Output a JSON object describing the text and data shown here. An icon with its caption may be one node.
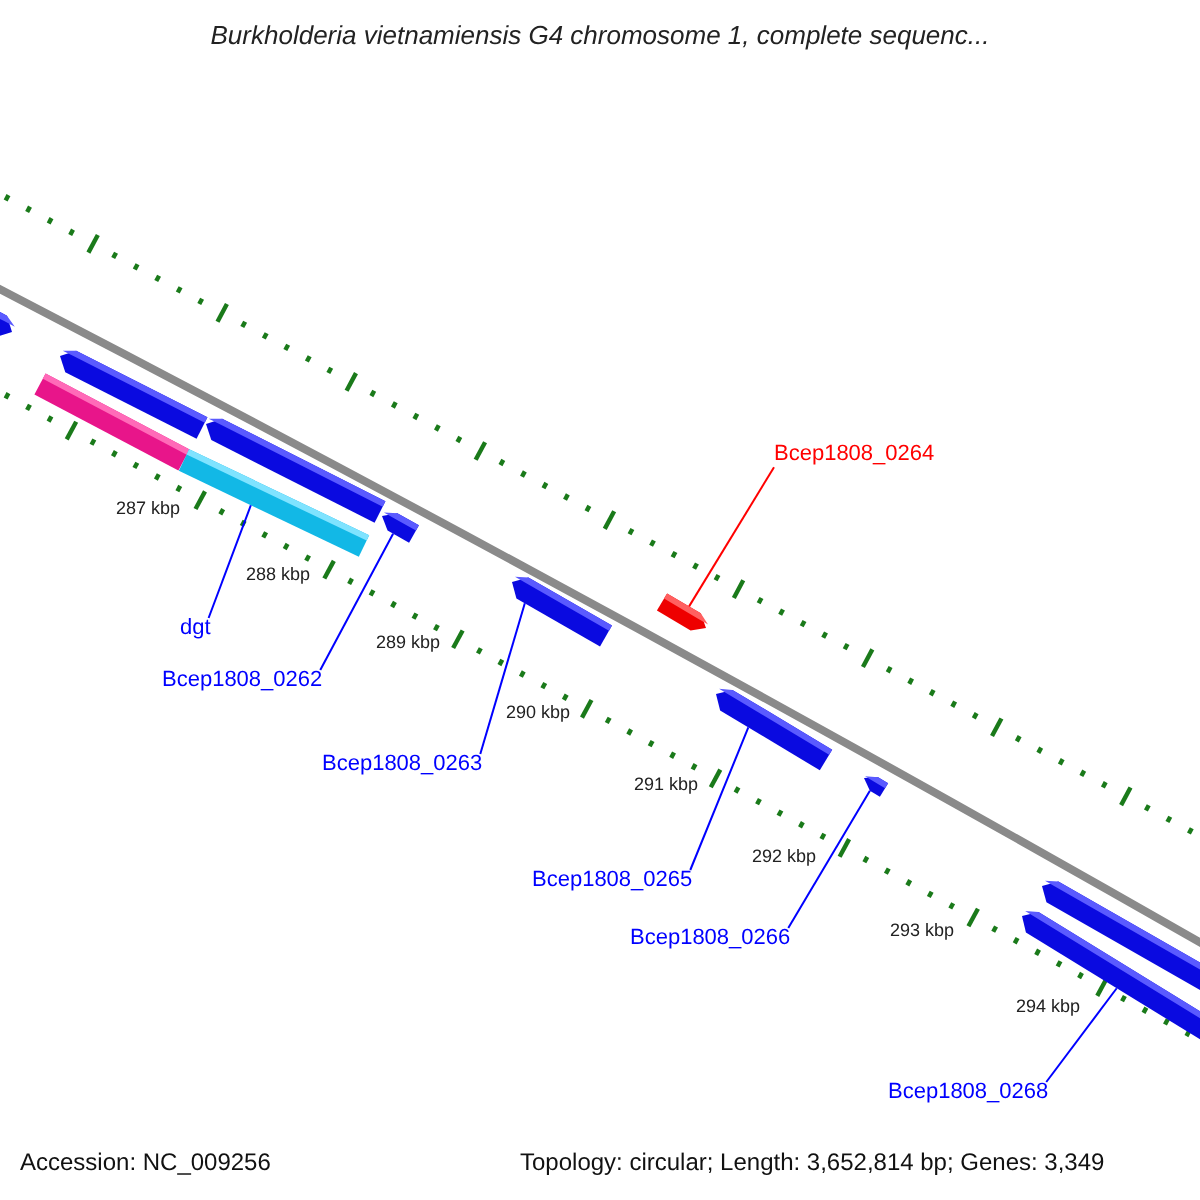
{
  "diagram": {
    "title": "Burkholderia vietnamiensis G4 chromosome 1, complete sequenc...",
    "nodes": [
      {
        "text": [],
        "shape": "bar"
      },
      {
        "text": [],
        "shape": "bar"
      },
      {
        "text": [],
        "shape": "bar"
      },
      {
        "text": [],
        "shape": "bar"
      },
      {
        "text": [],
        "shape": "bar"
      },
      {
        "text": [],
        "shape": "bar"
      },
      {
        "text": [],
        "shape": "bar"
      },
      {
        "text": [],
        "shape": "bar"
      },
      {
        "text": [],
        "shape": "bar"
      },
      {
        "text": [],
        "shape": "bar"
      },
      {
        "text": [],
        "shape": "bar"
      },
      {
        "text": [],
        "shape": "bar"
      },
      {
        "text": [
          "Bcep1808_0264"
        ]
      },
      {
        "text": [
          "dgt"
        ]
      },
      {
        "text": [
          "Bcep1808_0262"
        ]
      },
      {
        "text": [
          "Bcep1808_0263"
        ]
      },
      {
        "text": [
          "Bcep1808_0265"
        ]
      },
      {
        "text": [
          "Bcep1808_0266"
        ]
      },
      {
        "text": [
          "Bcep1808_0268"
        ]
      }
    ],
    "edges": [
      {
        "from": 12,
        "to": 7,
        "arrow": "none",
        "color": "#ff0000"
      },
      {
        "from": 13,
        "to": 3,
        "arrow": "none"
      },
      {
        "from": 14,
        "to": 5,
        "arrow": "none"
      },
      {
        "from": 15,
        "to": 6,
        "arrow": "none"
      },
      {
        "from": 16,
        "to": 8,
        "arrow": "none"
      },
      {
        "from": 17,
        "to": 9,
        "arrow": "none"
      },
      {
        "from": 18,
        "to": 10,
        "arrow": "none"
      }
    ],
    "labels": [
      "287 kbp",
      "288 kbp",
      "289 kbp",
      "290 kbp",
      "291 kbp",
      "292 kbp",
      "293 kbp",
      "294 kbp",
      "Accession: NC_009256",
      "Topology: circular; Length: 3,652,814 bp; Genes: 3,349"
    ]
  }
}
